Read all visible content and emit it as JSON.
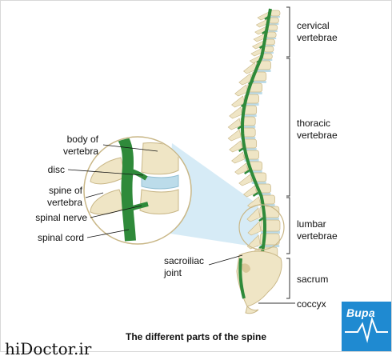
{
  "colors": {
    "bone": "#efe5c5",
    "bone_shade": "#d9c89a",
    "disc": "#bcdcea",
    "nerve": "#2f8a3a",
    "bracket": "#333333",
    "lens": "#cfe7f5",
    "brand": "#1f8ad1"
  },
  "regions": {
    "cervical": "cervical\nvertebrae",
    "thoracic": "thoracic\nvertebrae",
    "lumbar": "lumbar\nvertebrae",
    "sacrum": "sacrum",
    "coccyx": "coccyx"
  },
  "joint_label": "sacroiliac\njoint",
  "detail_labels": {
    "body": "body of\nvertebra",
    "disc": "disc",
    "spine": "spine of\nvertebra",
    "nerve": "spinal nerve",
    "cord": "spinal cord"
  },
  "caption": "The different parts of the spine",
  "logo": {
    "word": "Bupa",
    "icon": "heartbeat-icon"
  },
  "watermark": "hiDoctor.ir"
}
